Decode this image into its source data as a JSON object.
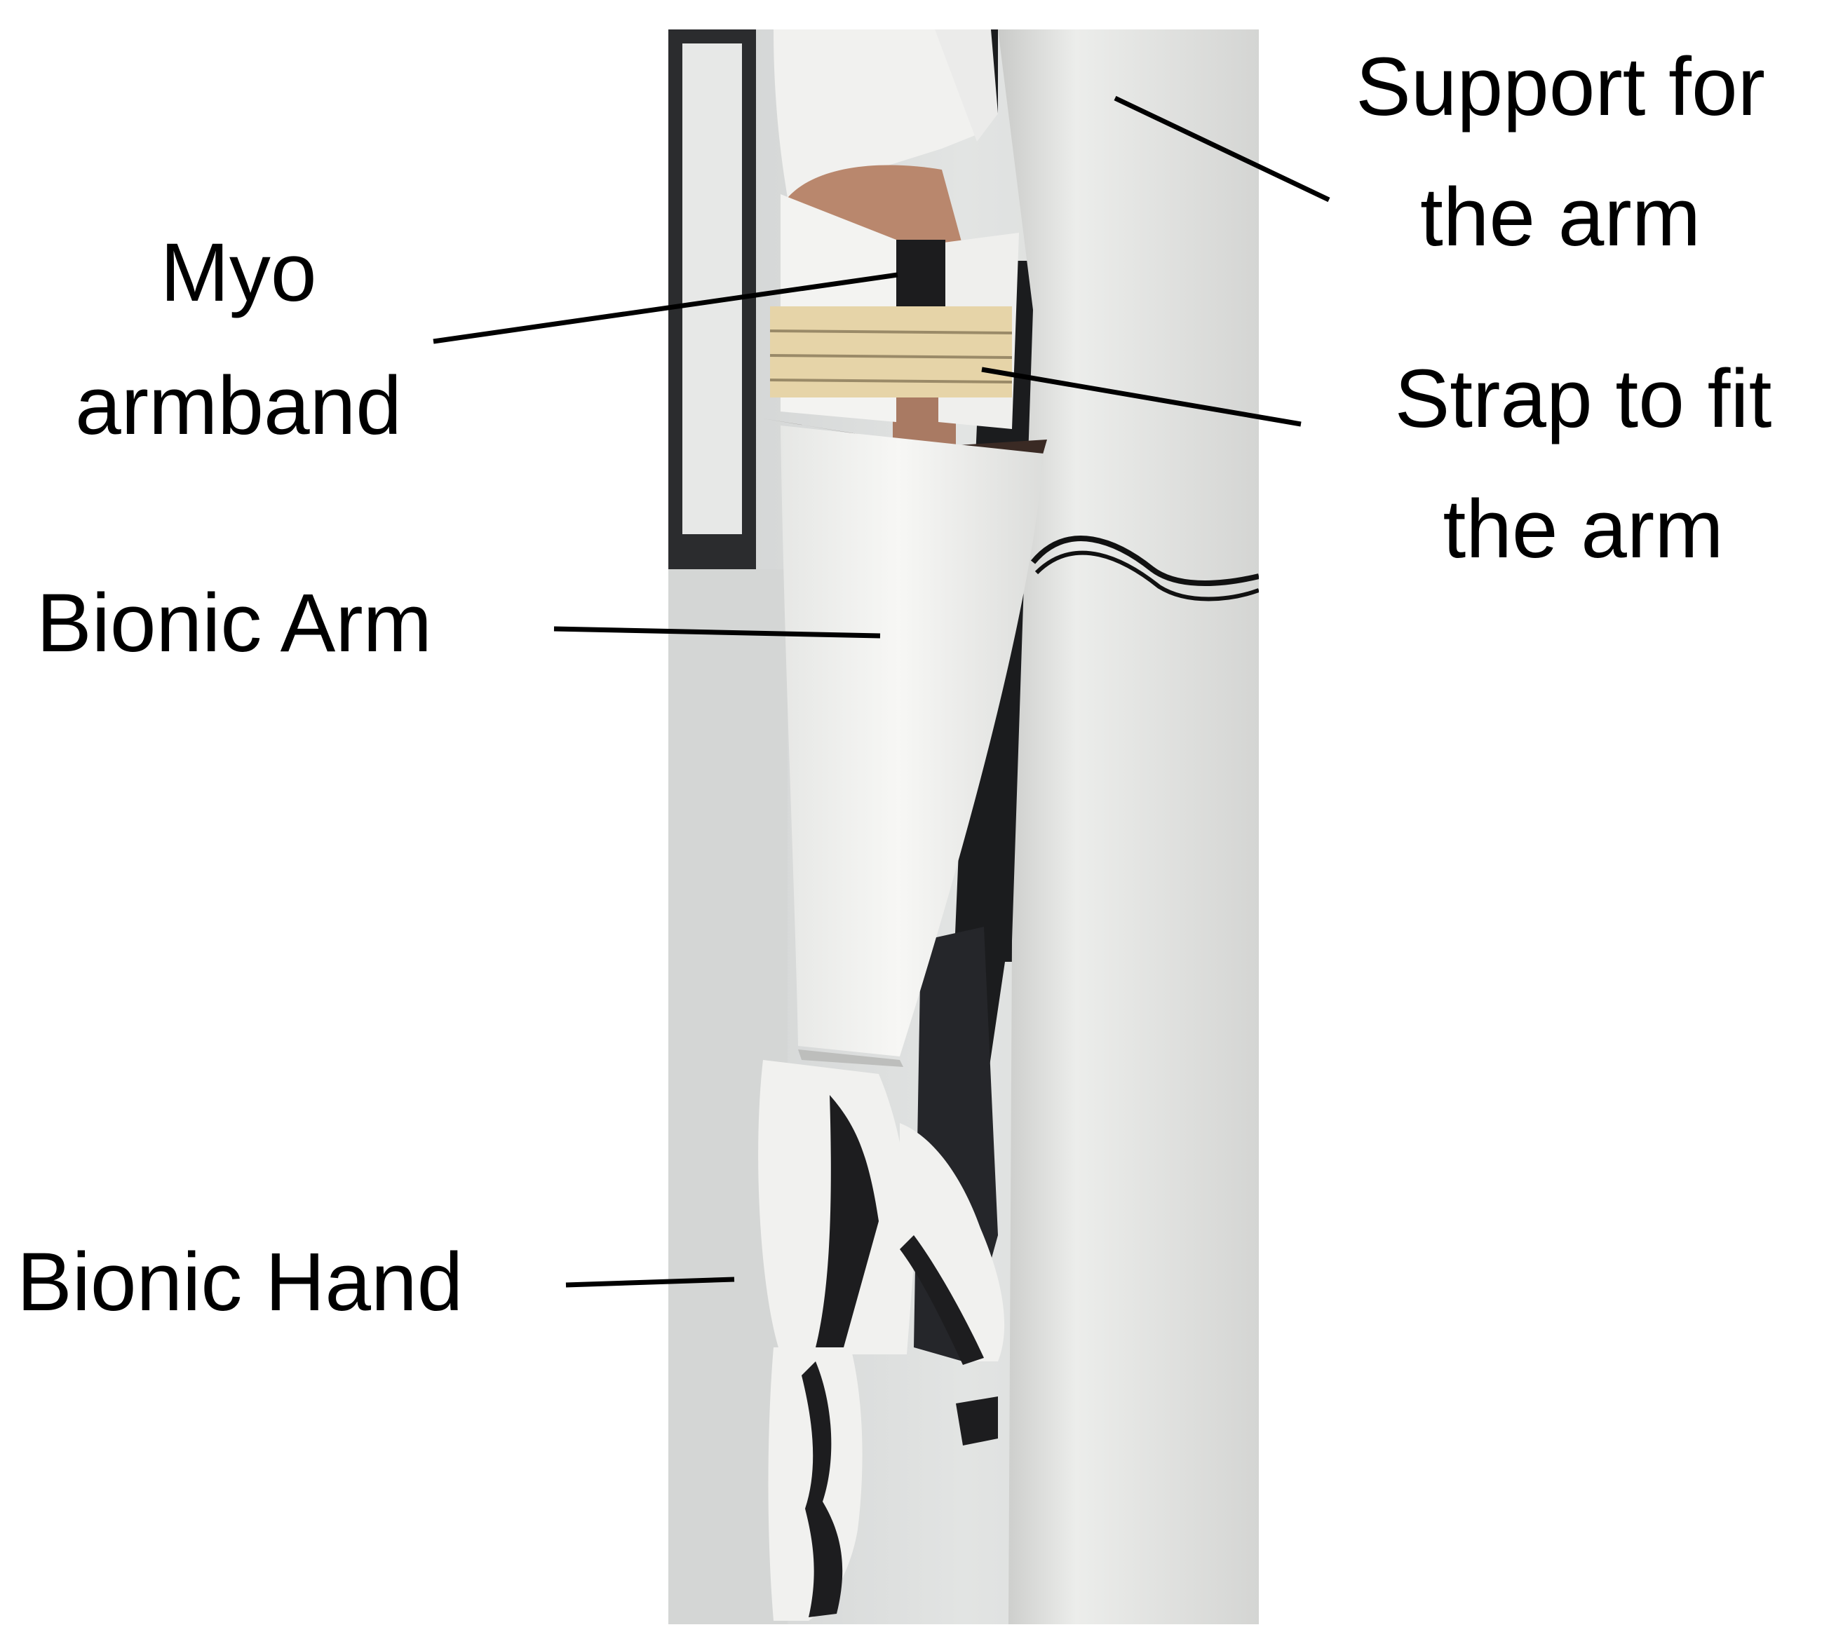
{
  "figure": {
    "photo_description_name": "bionic-arm-photo",
    "labels": {
      "myo_armband": [
        "Myo",
        "armband"
      ],
      "support_for_the_arm": [
        "Support for",
        "the arm"
      ],
      "strap_to_fit_the_arm": [
        "Strap to fit",
        "the arm"
      ],
      "bionic_arm": [
        "Bionic Arm"
      ],
      "bionic_hand": [
        "Bionic Hand"
      ]
    }
  },
  "colors": {
    "text": "#000000",
    "background": "#ffffff",
    "prosthesis_white": "#f2f2f0",
    "backdrop_grey": "#d9dbdb",
    "mount_black": "#1b1c1e",
    "strap_tan": "#e8d7ad"
  }
}
